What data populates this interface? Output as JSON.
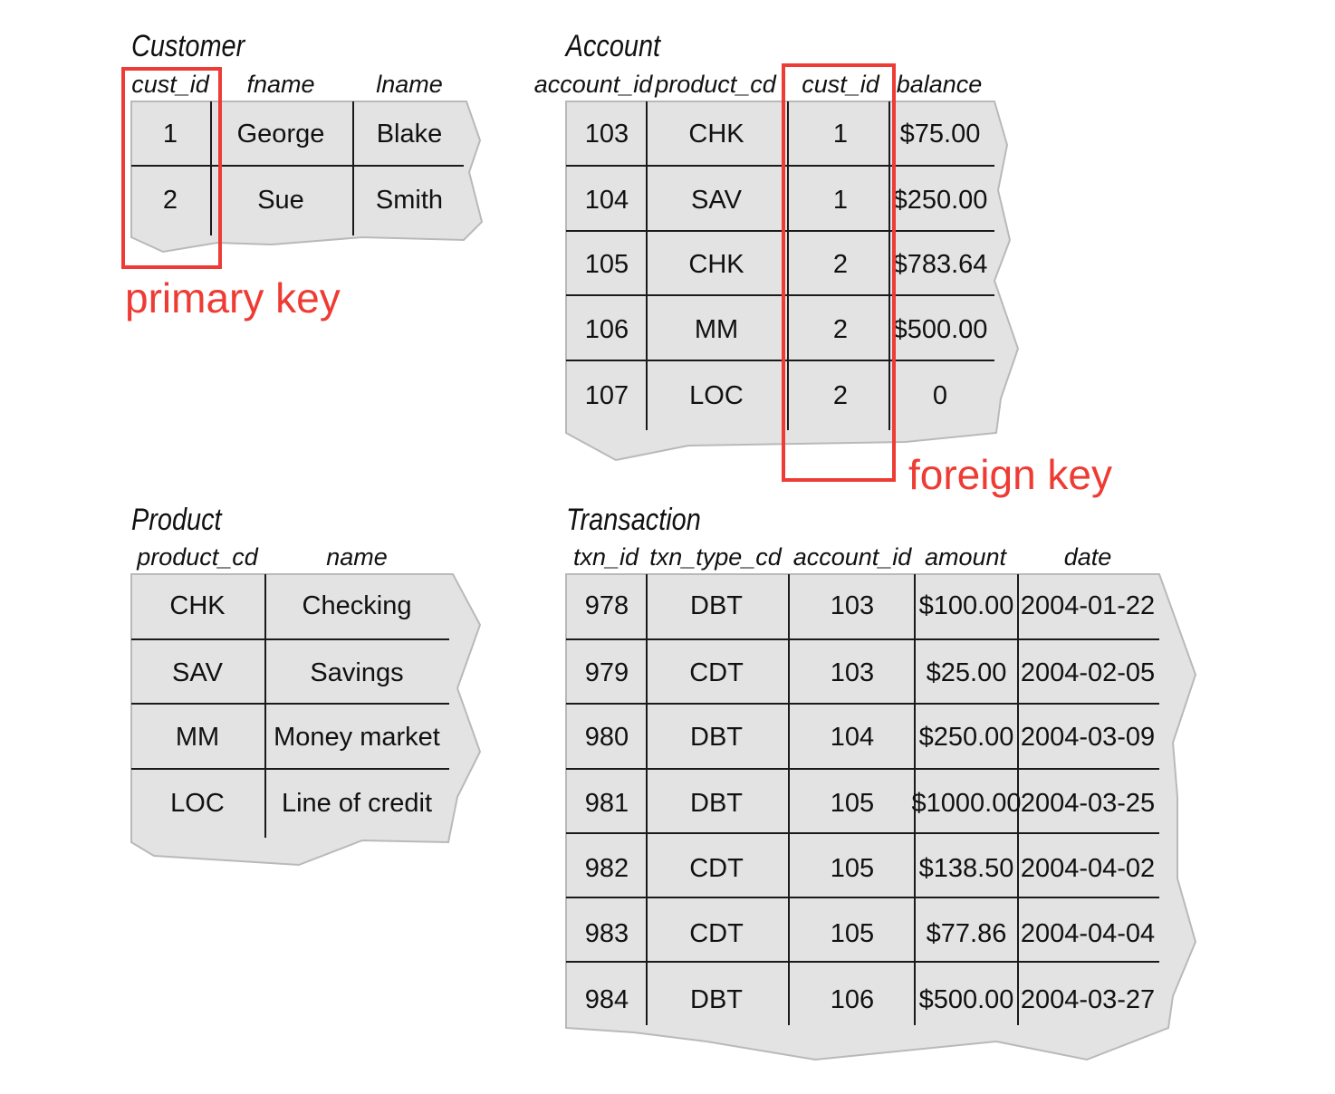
{
  "tables": [
    {
      "title": "Customer",
      "columns": [
        "cust_id",
        "fname",
        "lname"
      ],
      "rows": [
        [
          "1",
          "George",
          "Blake"
        ],
        [
          "2",
          "Sue",
          "Smith"
        ]
      ]
    },
    {
      "title": "Account",
      "columns": [
        "account_id",
        "product_cd",
        "cust_id",
        "balance"
      ],
      "rows": [
        [
          "103",
          "CHK",
          "1",
          "$75.00"
        ],
        [
          "104",
          "SAV",
          "1",
          "$250.00"
        ],
        [
          "105",
          "CHK",
          "2",
          "$783.64"
        ],
        [
          "106",
          "MM",
          "2",
          "$500.00"
        ],
        [
          "107",
          "LOC",
          "2",
          "0"
        ]
      ]
    },
    {
      "title": "Product",
      "columns": [
        "product_cd",
        "name"
      ],
      "rows": [
        [
          "CHK",
          "Checking"
        ],
        [
          "SAV",
          "Savings"
        ],
        [
          "MM",
          "Money market"
        ],
        [
          "LOC",
          "Line of credit"
        ]
      ]
    },
    {
      "title": "Transaction",
      "columns": [
        "txn_id",
        "txn_type_cd",
        "account_id",
        "amount",
        "date"
      ],
      "rows": [
        [
          "978",
          "DBT",
          "103",
          "$100.00",
          "2004-01-22"
        ],
        [
          "979",
          "CDT",
          "103",
          "$25.00",
          "2004-02-05"
        ],
        [
          "980",
          "DBT",
          "104",
          "$250.00",
          "2004-03-09"
        ],
        [
          "981",
          "DBT",
          "105",
          "$1000.00",
          "2004-03-25"
        ],
        [
          "982",
          "CDT",
          "105",
          "$138.50",
          "2004-04-02"
        ],
        [
          "983",
          "CDT",
          "105",
          "$77.86",
          "2004-04-04"
        ],
        [
          "984",
          "DBT",
          "106",
          "$500.00",
          "2004-03-27"
        ]
      ]
    }
  ],
  "annotations": {
    "primary_key": "primary key",
    "foreign_key": "foreign key",
    "color": "#ee3b34"
  },
  "colors": {
    "table_fill": "#e3e3e3",
    "grid_line": "#1a1a1a"
  }
}
